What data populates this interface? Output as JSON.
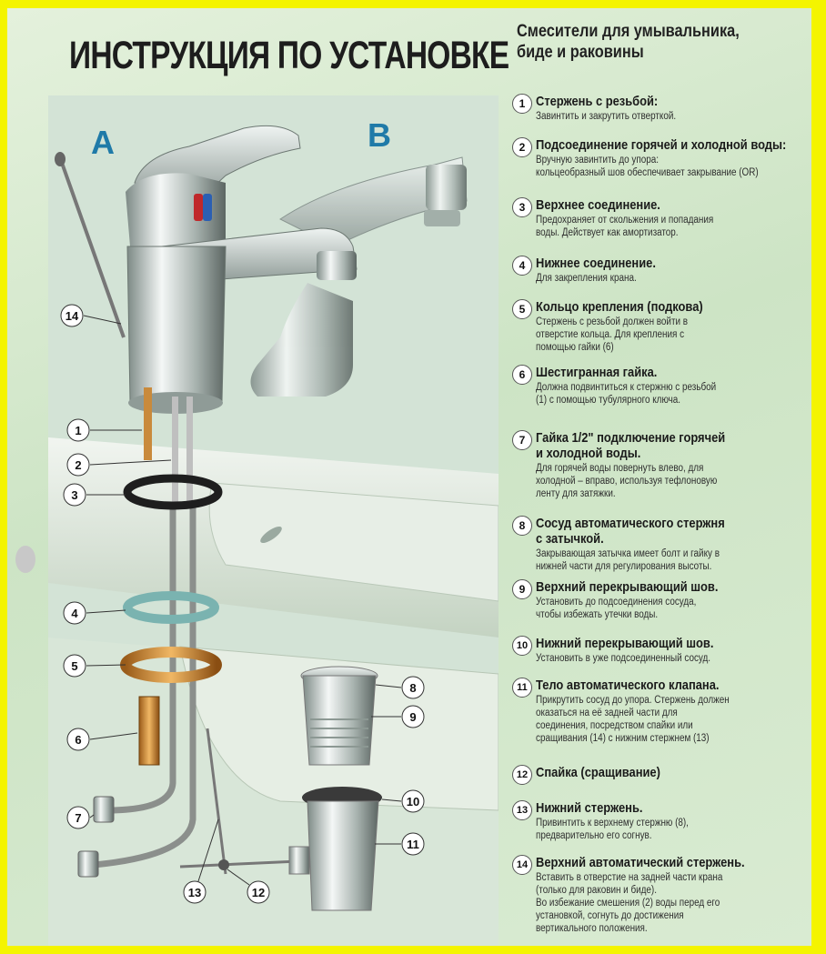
{
  "header": {
    "title": "ИНСТРУКЦИЯ ПО УСТАНОВКЕ",
    "subtitle_line1": "Смесители для умывальника,",
    "subtitle_line2": "биде и раковины"
  },
  "views": {
    "a": "A",
    "b": "B"
  },
  "callouts": [
    "14",
    "1",
    "2",
    "3",
    "4",
    "5",
    "6",
    "7",
    "8",
    "9",
    "10",
    "11",
    "12",
    "13"
  ],
  "items": [
    {
      "num": "1",
      "title": "Стержень с резьбой:",
      "desc": [
        "Завинтить и закрутить отверткой."
      ]
    },
    {
      "num": "2",
      "title": "Подсоединение горячей и холодной воды:",
      "desc": [
        "Вручную завинтить до упора:",
        "кольцеобразный шов обеспечивает закрывание (OR)"
      ]
    },
    {
      "num": "3",
      "title": "Верхнее соединение.",
      "desc": [
        "Предохраняет от скольжения и попадания",
        "воды. Действует как амортизатор."
      ]
    },
    {
      "num": "4",
      "title": "Нижнее соединение.",
      "desc": [
        "Для закрепления крана."
      ]
    },
    {
      "num": "5",
      "title": "Кольцо крепления (подкова)",
      "desc": [
        "Стержень с резьбой должен войти в",
        "отверстие кольца. Для крепления с",
        "помощью гайки (6)"
      ]
    },
    {
      "num": "6",
      "title": "Шестигранная гайка.",
      "desc": [
        "Должна подвинтиться к стержню с резьбой",
        "(1) с помощью тубулярного ключа."
      ]
    },
    {
      "num": "7",
      "title": "Гайка 1/2\" подключение горячей",
      "title2": "и холодной воды.",
      "desc": [
        "Для горячей воды повернуть влево, для",
        "холодной – вправо, используя тефлоновую",
        "ленту для затяжки."
      ]
    },
    {
      "num": "8",
      "title": "Сосуд автоматического стержня",
      "title2": "с затычкой.",
      "desc": [
        "Закрывающая затычка имеет болт и гайку в",
        "нижней части для регулирования высоты."
      ]
    },
    {
      "num": "9",
      "title": "Верхний перекрывающий шов.",
      "desc": [
        "Установить до подсоединения сосуда,",
        "чтобы избежать утечки воды."
      ]
    },
    {
      "num": "10",
      "title": "Нижний перекрывающий шов.",
      "desc": [
        "Установить в уже подсоединенный сосуд."
      ]
    },
    {
      "num": "11",
      "title": "Тело автоматического клапана.",
      "desc": [
        "Прикрутить сосуд до упора. Стержень должен",
        "оказаться на её задней части для",
        "соединения, посредством спайки или",
        "сращивания (14) с нижним стержнем (13)"
      ]
    },
    {
      "num": "12",
      "title": "Спайка (сращивание)",
      "desc": []
    },
    {
      "num": "13",
      "title": "Нижний стержень.",
      "desc": [
        "Привинтить к верхнему стержню (8),",
        "предварительно его согнув."
      ]
    },
    {
      "num": "14",
      "title": "Верхний автоматический стержень.",
      "desc": [
        "Вставить в отверстие на задней части крана",
        "(только для раковин и биде).",
        "Во избежание смешения (2) воды перед его",
        "установкой, согнуть до достижения",
        "вертикального положения."
      ]
    }
  ]
}
